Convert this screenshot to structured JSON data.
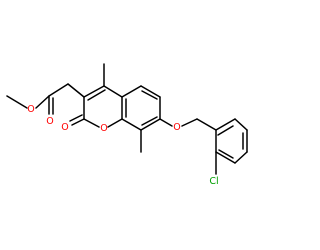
{
  "molecule": {
    "atoms": [
      {
        "id": "o_methoxy",
        "text": "O"
      },
      {
        "id": "o_ester_carbonyl",
        "text": "O"
      },
      {
        "id": "o_lactone_carbonyl",
        "text": "O"
      },
      {
        "id": "o_ring",
        "text": "O"
      },
      {
        "id": "o_ether",
        "text": "O"
      },
      {
        "id": "cl",
        "text": "Cl"
      }
    ]
  },
  "colors": {
    "bond": "#000000",
    "oxygen": "#ff0000",
    "chlorine": "#00a000",
    "background": "#ffffff"
  }
}
